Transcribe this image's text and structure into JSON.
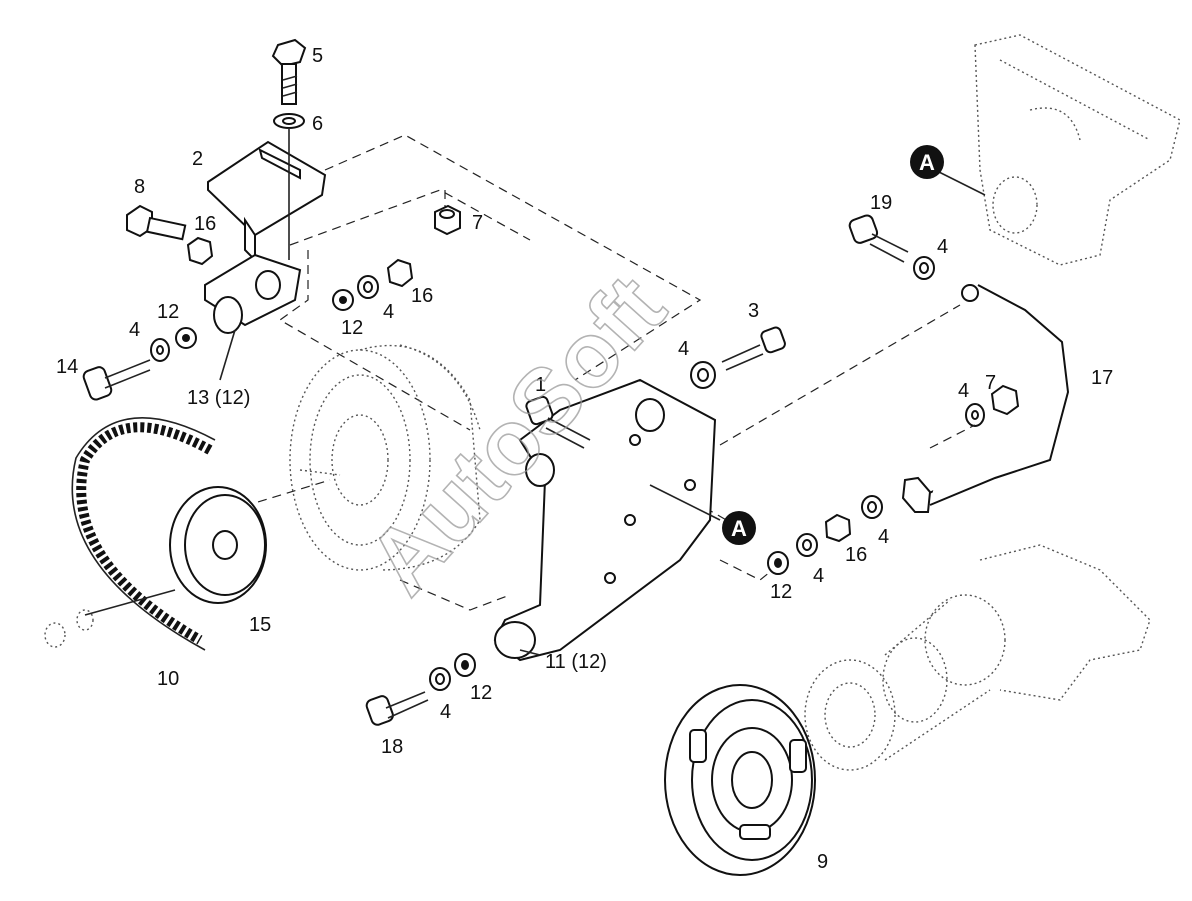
{
  "watermark": "AutoSoft",
  "reference_marker": "A",
  "callouts": {
    "c1": "1",
    "c2": "2",
    "c3": "3",
    "c4a": "4",
    "c4b": "4",
    "c4c": "4",
    "c4d": "4",
    "c4e": "4",
    "c4f": "4",
    "c4g": "4",
    "c4h": "4",
    "c5": "5",
    "c6": "6",
    "c7a": "7",
    "c7b": "7",
    "c8": "8",
    "c9": "9",
    "c10": "10",
    "c11": "11 (12)",
    "c12a": "12",
    "c12b": "12",
    "c12c": "12",
    "c12d": "12",
    "c13": "13 (12)",
    "c14": "14",
    "c15": "15",
    "c16a": "16",
    "c16b": "16",
    "c16c": "16",
    "c17": "17",
    "c18": "18",
    "c19": "19"
  }
}
